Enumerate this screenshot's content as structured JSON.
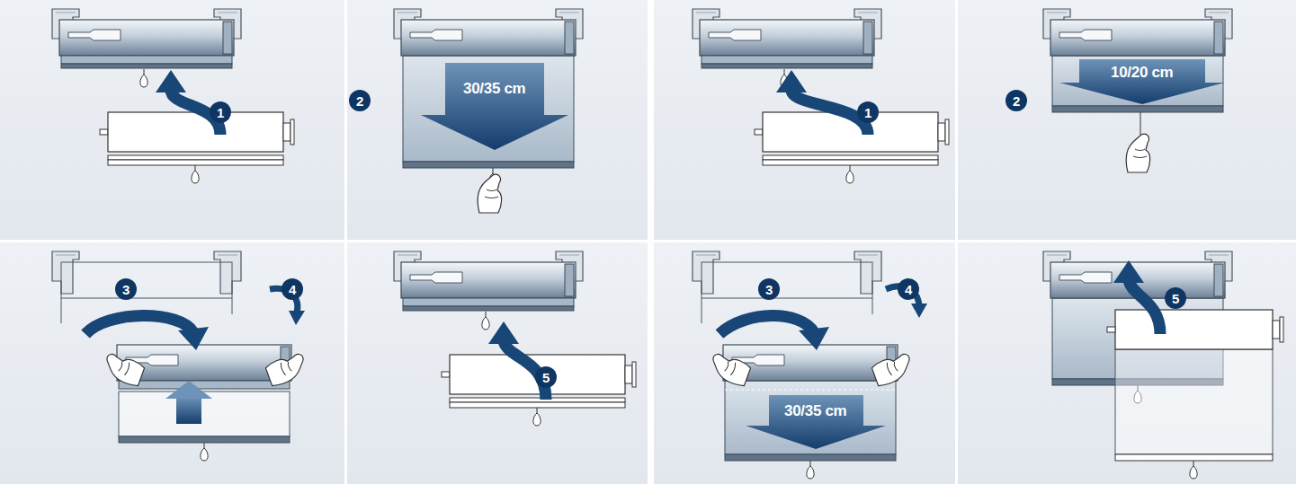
{
  "diagram": {
    "labels": [
      "1",
      "2",
      "30/35 cm",
      "1",
      "2",
      "10/20 cm",
      "3",
      "4",
      "5",
      "3",
      "4",
      "30/35 cm",
      "5"
    ]
  }
}
